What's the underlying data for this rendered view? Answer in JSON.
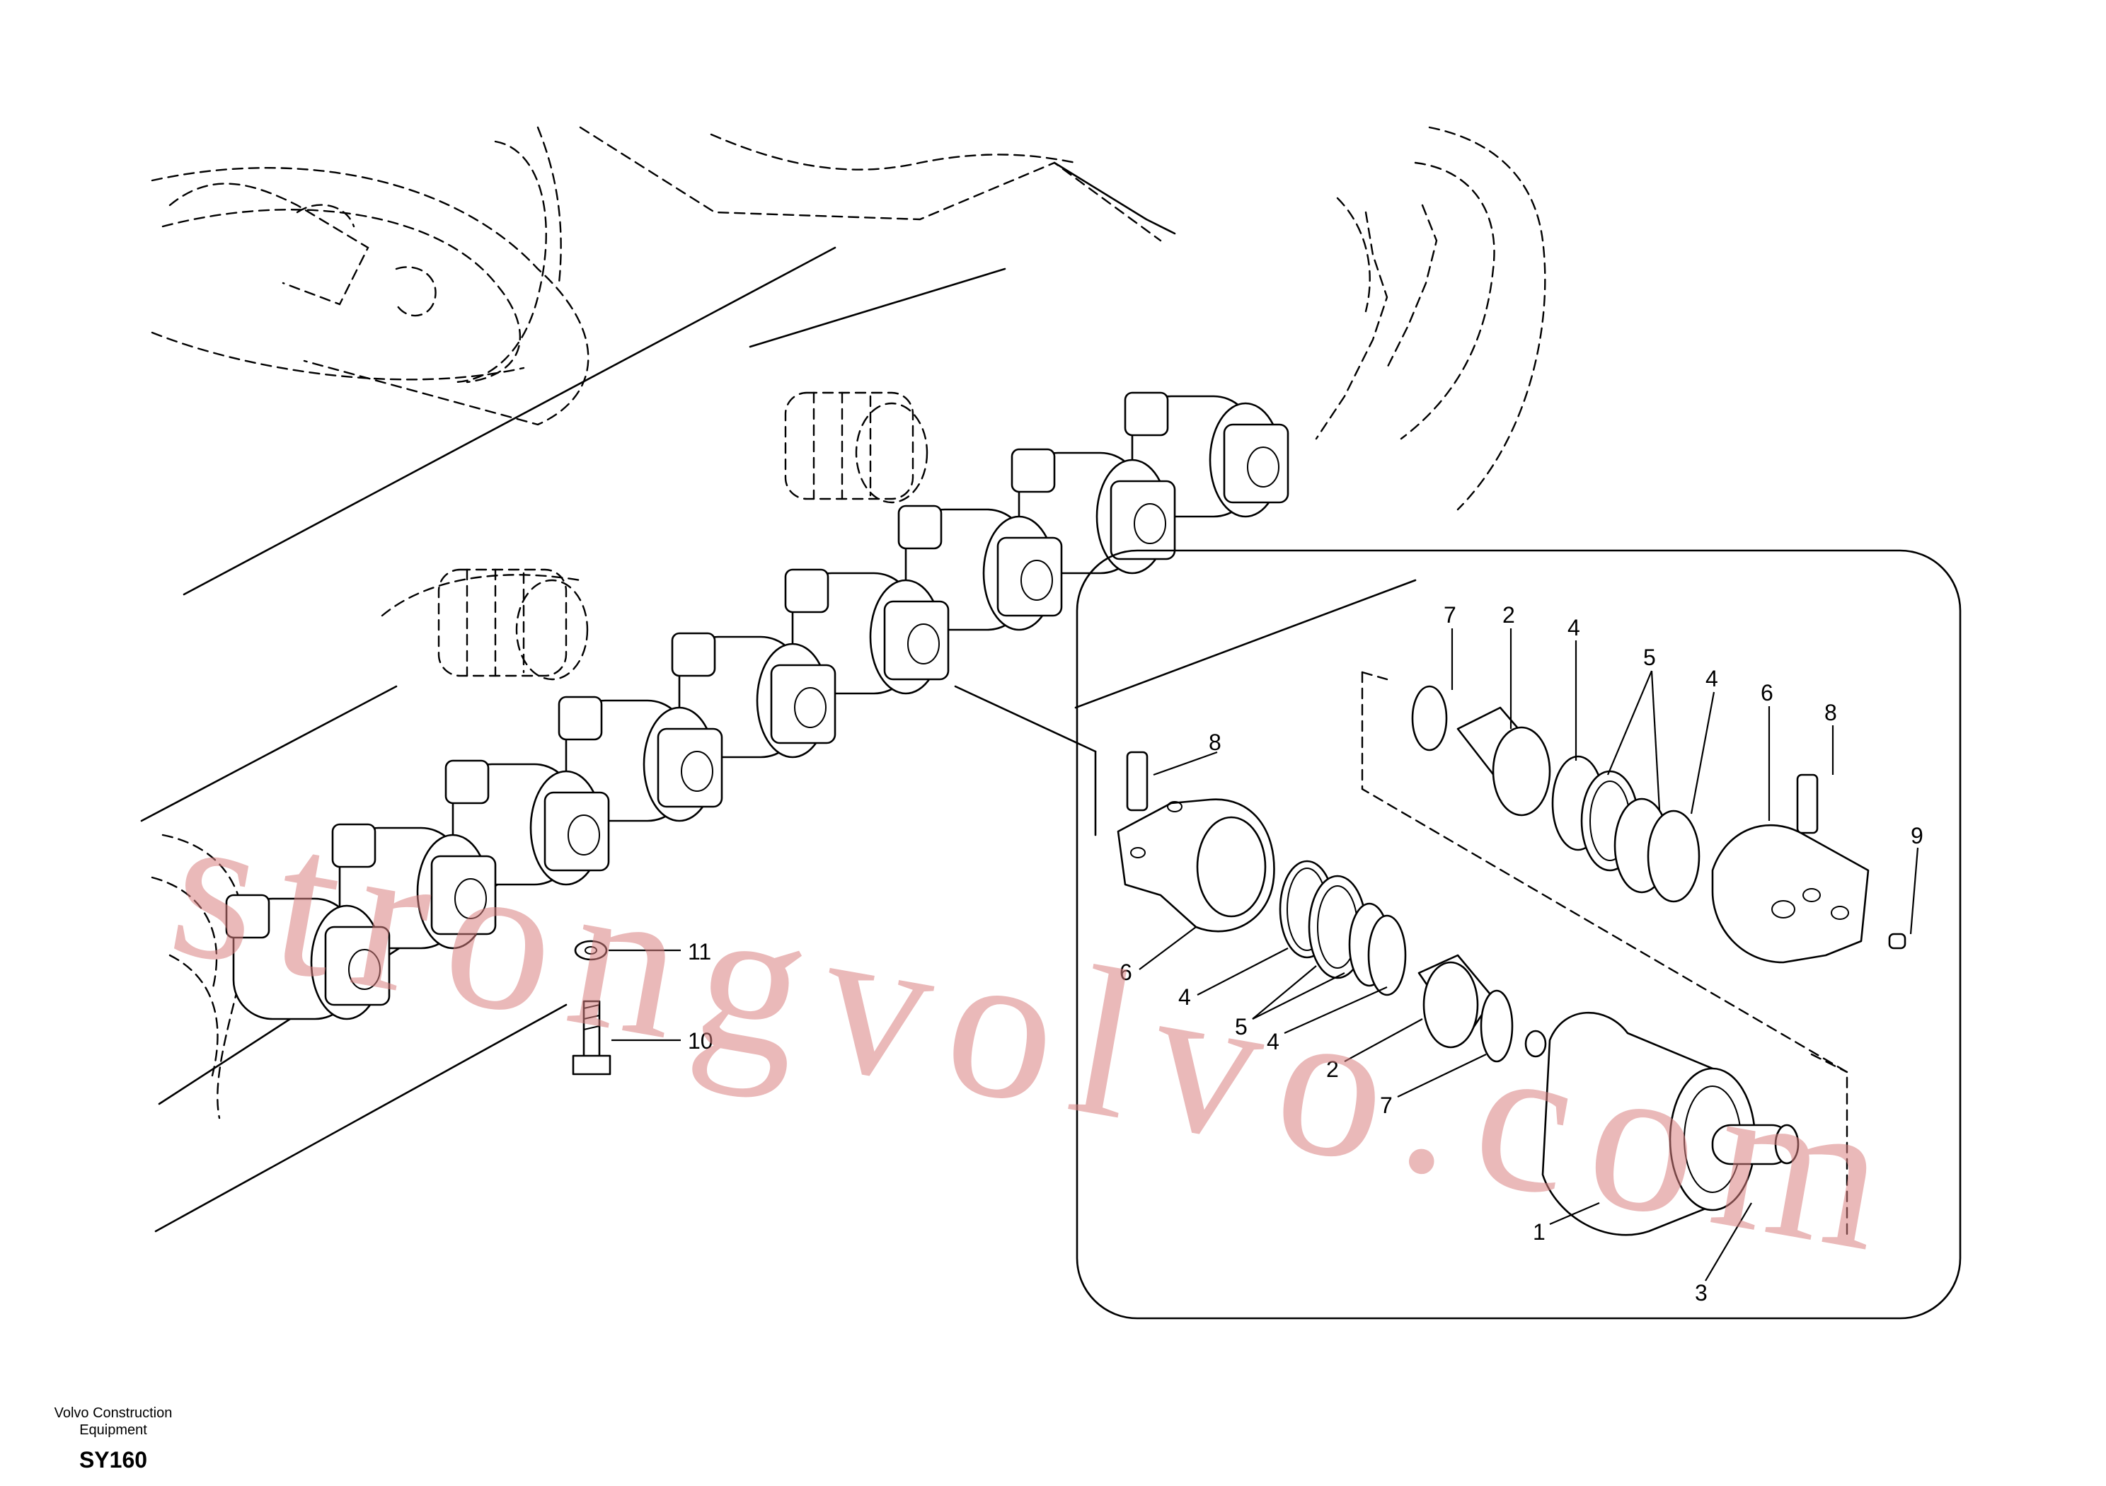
{
  "watermark": "strongvolvo.com",
  "company_line1": "Volvo Construction",
  "company_line2": "Equipment",
  "model": "SY160",
  "callouts": {
    "c11": "11",
    "c10": "10",
    "d7a": "7",
    "d2a": "2",
    "d4a": "4",
    "d5a": "5",
    "d4b": "4",
    "d6a": "6",
    "d8a": "8",
    "d8b": "8",
    "d9": "9",
    "d6b": "6",
    "d4c": "4",
    "d5b": "5",
    "d4d": "4",
    "d2b": "2",
    "d7b": "7",
    "d1": "1",
    "d3": "3"
  }
}
